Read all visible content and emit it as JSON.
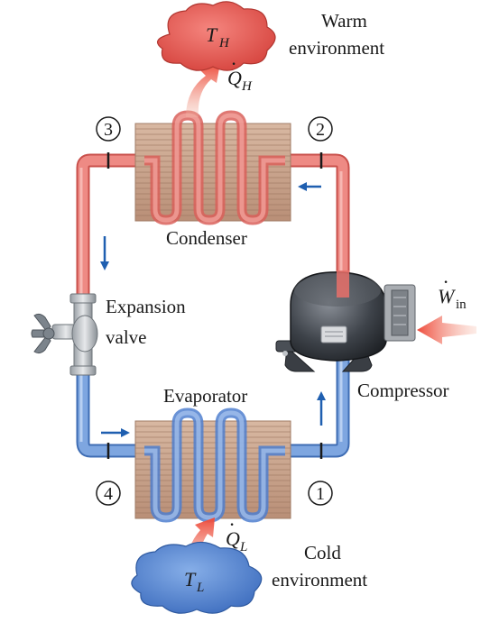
{
  "labels": {
    "warm_line1": "Warm",
    "warm_line2": "environment",
    "cold_line1": "Cold",
    "cold_line2": "environment",
    "condenser": "Condenser",
    "evaporator": "Evaporator",
    "compressor": "Compressor",
    "expansion_line1": "Expansion",
    "expansion_line2": "valve"
  },
  "symbols": {
    "t_h": "T",
    "t_h_sub": "H",
    "t_l": "T",
    "t_l_sub": "L",
    "q_h": "Q",
    "q_h_sub": "H",
    "q_l": "Q",
    "q_l_sub": "L",
    "w_in": "W",
    "w_in_sub": "in",
    "dot": "·"
  },
  "states": [
    "1",
    "2",
    "3",
    "4"
  ],
  "colors": {
    "hot_pipe": "#e8706a",
    "cold_pipe": "#5f8fd4",
    "hot_cloud": "#e0504a",
    "cold_cloud": "#4f7fcf",
    "flow_arrow": "#1f5fb0",
    "heat_arrow": "#ee4a3a",
    "coil_body": "#c9a48c"
  }
}
